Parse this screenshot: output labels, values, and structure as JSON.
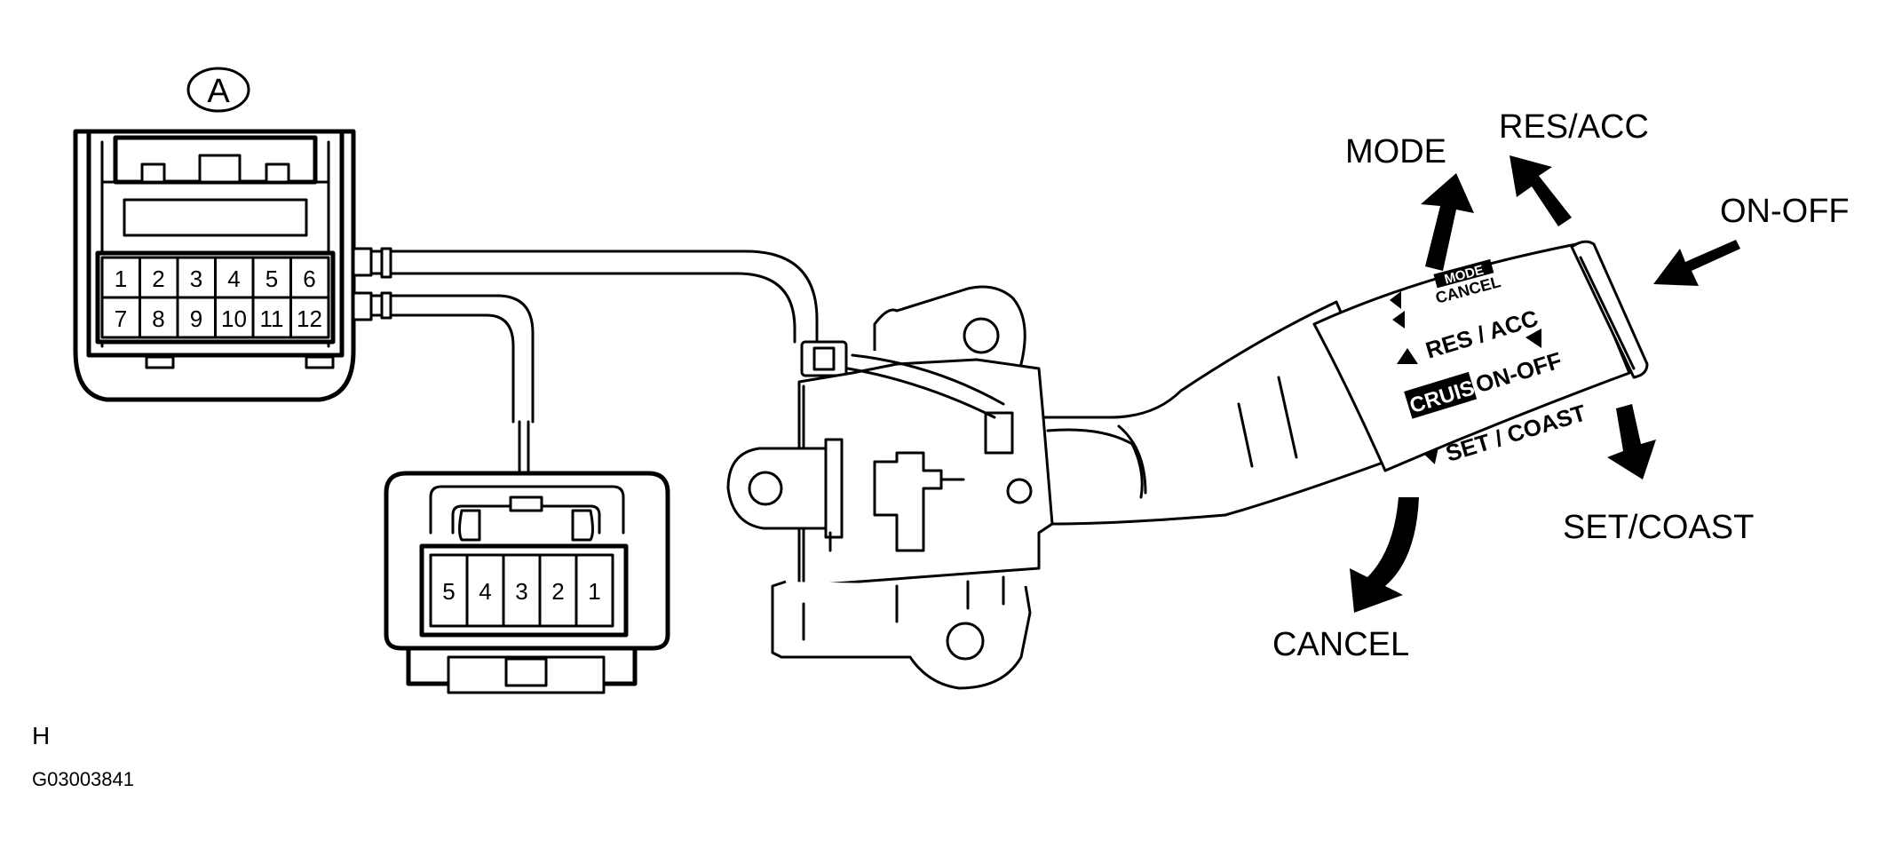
{
  "connector_a": {
    "label": "A",
    "pins_top": [
      "1",
      "2",
      "3",
      "4",
      "5",
      "6"
    ],
    "pins_bottom": [
      "7",
      "8",
      "9",
      "10",
      "11",
      "12"
    ]
  },
  "connector_b": {
    "pins": [
      "5",
      "4",
      "3",
      "2",
      "1"
    ]
  },
  "lever": {
    "mode_cancel_top": "MODE",
    "mode_cancel_bottom": "CANCEL",
    "res_acc": "RES / ACC",
    "cruise_badge": "CRUISE",
    "on_off": "ON-OFF",
    "set_coast": "SET / COAST"
  },
  "callouts": {
    "mode": "MODE",
    "res_acc": "RES/ACC",
    "on_off": "ON-OFF",
    "set_coast": "SET/COAST",
    "cancel": "CANCEL"
  },
  "footer": {
    "view_code": "H",
    "figure_id": "G03003841"
  }
}
